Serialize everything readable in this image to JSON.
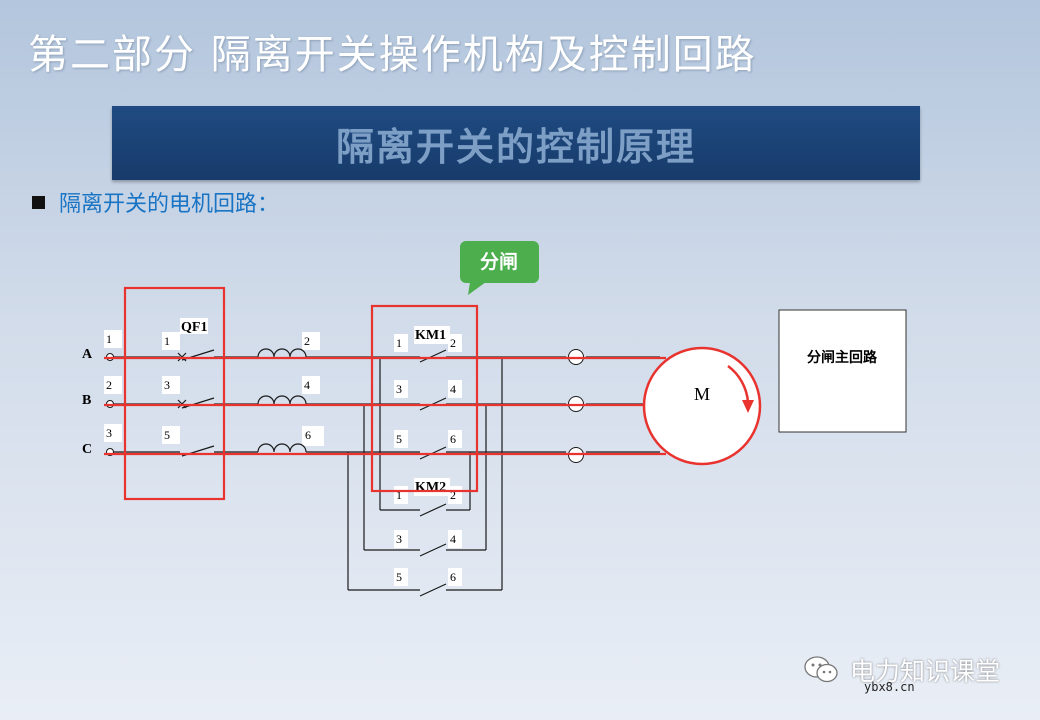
{
  "page": {
    "title": "第二部分  隔离开关操作机构及控制回路",
    "banner": "隔离开关的控制原理",
    "bullet": "隔离开关的电机回路："
  },
  "diagram": {
    "callout": "分闸",
    "phases": [
      "A",
      "B",
      "C"
    ],
    "terminal_numbers": [
      "1",
      "2",
      "3"
    ],
    "qf1": {
      "label": "QF1",
      "contacts": [
        "1",
        "3",
        "5"
      ]
    },
    "reactor_numbers": [
      "2",
      "4",
      "6"
    ],
    "km1": {
      "label": "KM1",
      "contacts": [
        "1",
        "2",
        "3",
        "4",
        "5",
        "6"
      ]
    },
    "km2": {
      "label": "KM2",
      "contacts": [
        "1",
        "2",
        "3",
        "4",
        "5",
        "6"
      ]
    },
    "motor": "M",
    "main_circuit": "分闸主回路"
  },
  "watermark": {
    "text": "电力知识课堂",
    "url": "ybx8.cn"
  },
  "colors": {
    "highlight_red": "#e8332f",
    "callout_green": "#4cae4c",
    "banner_blue": "#1f4b82",
    "banner_text": "#7d9fc6",
    "bullet_text": "#1a74c4"
  }
}
